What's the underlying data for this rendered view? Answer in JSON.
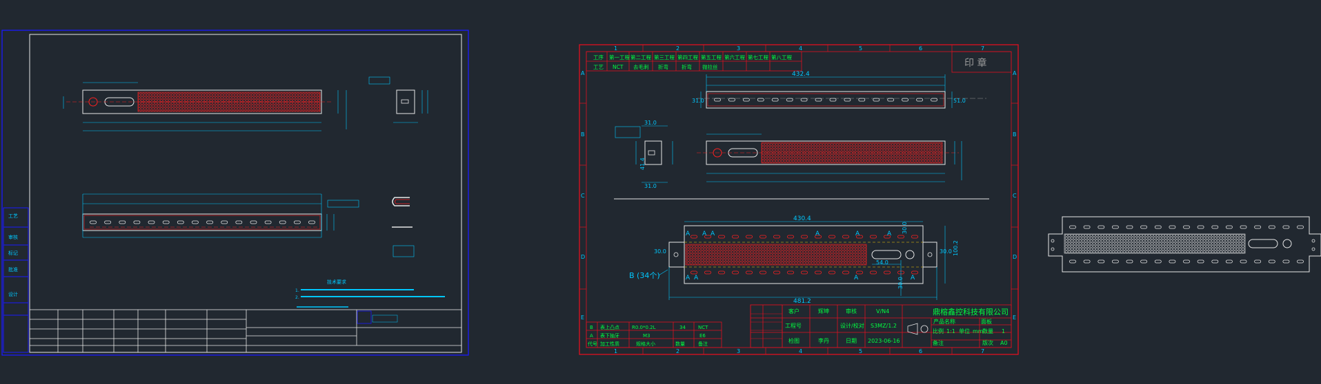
{
  "colors": {
    "background": "#212830",
    "frame_blue": "#1a1aff",
    "frame_red": "#e01020",
    "outline_white": "#f0f0f0",
    "dimension_cyan": "#00c8ff",
    "text_green": "#00ff40",
    "hole_red": "#ff2020",
    "highlight_yellow": "#ffd000"
  },
  "right_sheet": {
    "grid_columns": [
      "1",
      "2",
      "3",
      "4",
      "5",
      "6",
      "7"
    ],
    "grid_rows": [
      "A",
      "B",
      "C",
      "D",
      "E"
    ],
    "process_table": {
      "row1": [
        "工序",
        "第一工程",
        "第二工程",
        "第三工程",
        "第四工程",
        "第五工程",
        "第六工程",
        "第七工程",
        "第八工程"
      ],
      "row2": [
        "工艺",
        "NCT",
        "去毛刺",
        "折弯",
        "折弯",
        "抛拉丝"
      ]
    },
    "stamp_label": "印 章",
    "dims": {
      "top_length": "432.4",
      "top_height_left": "31.0",
      "top_height_right": "51.0",
      "side_width_top": "31.0",
      "side_width_bottom": "31.0",
      "side_height": "41.4",
      "flat_length": "430.4",
      "flat_total": "481.2",
      "flat_height": "100.2",
      "flat_left": "30.0",
      "flat_right": "30.0",
      "slot_len": "54.0",
      "right_30": "30.0",
      "bottom_30": "30.0"
    },
    "callout_b": "B (34个)",
    "hole_marks": [
      "A",
      "A",
      "A",
      "A",
      "A",
      "A",
      "A",
      "A",
      "A",
      "A"
    ],
    "title_block": {
      "company": "鼎榕鑫控科技有限公司",
      "customer_label": "客户",
      "customer_value": "辉坤",
      "approve_label": "审核",
      "approve_value": "V/N4",
      "project_label": "工程号",
      "project_value": "",
      "design_label": "设计/校对",
      "design_value": "S3MZ/1.2",
      "check_label": "检图",
      "check_value": "李丹",
      "date_label": "日期",
      "date_value": "2023-06-16",
      "product_label": "产品名称",
      "product_value": "面板",
      "scale_label": "比例",
      "scale_value": "1:1",
      "unit_label": "单位",
      "unit_value": "mm",
      "qty_label": "数量",
      "qty_value": "1",
      "version_label": "版次",
      "version_value": "A0",
      "note_label": "备注",
      "left_rows": [
        [
          "B",
          "表上凸点",
          "R0.0*0.2L",
          "34",
          "NCT"
        ],
        [
          "A",
          "表下抽牙",
          "M3",
          "",
          "E6"
        ],
        [
          "代号",
          "加工性质",
          "规格大小",
          "数量",
          "备注"
        ]
      ]
    }
  },
  "left_sheet": {
    "notes_title": "技术要求",
    "notes": [
      "1.",
      "2."
    ],
    "side_labels": [
      "工艺",
      "审核",
      "标记",
      "批准",
      "设计"
    ]
  }
}
